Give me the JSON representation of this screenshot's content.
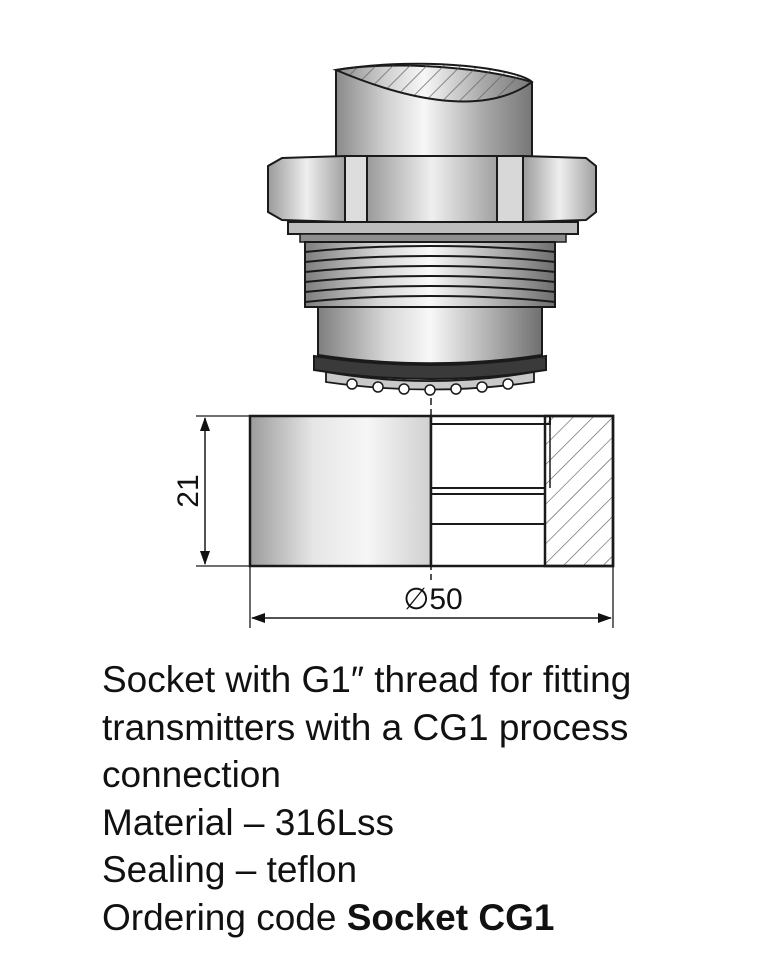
{
  "dimensions": {
    "height_label": "21",
    "diameter_label": "∅50"
  },
  "caption": {
    "line1": "Socket with G1″ thread for fitting",
    "line2": "transmitters with a CG1 process",
    "line3": "connection",
    "line4": "Material – 316Lss",
    "line5": "Sealing – teflon",
    "line6_prefix": "Ordering code ",
    "line6_bold": "Socket CG1"
  },
  "colors": {
    "outline": "#1a1a1a",
    "metal_dark": "#8f8f8f",
    "metal_light": "#f4f4f4",
    "hatch": "#555555"
  }
}
